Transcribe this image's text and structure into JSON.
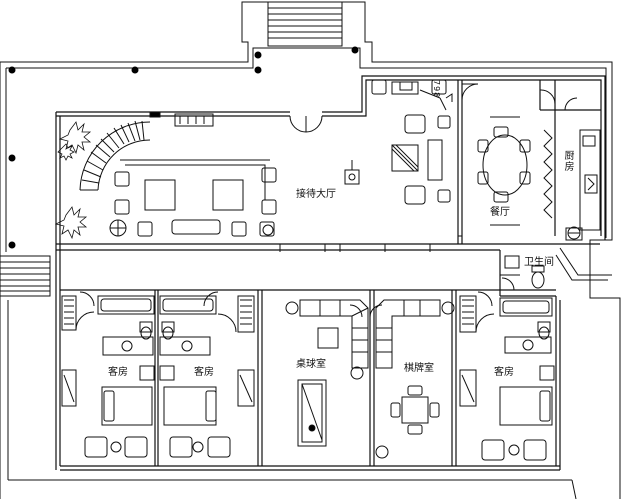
{
  "rooms": {
    "reception_hall": "接待大厅",
    "dining_room": "餐厅",
    "kitchen": "厨房",
    "bathroom": "卫生间",
    "guest_room_left_1": "客房",
    "guest_room_left_2": "客房",
    "billiards_room": "桌球室",
    "chess_room": "棋牌室",
    "guest_room_right": "客房"
  },
  "dimension_text": "798",
  "colors": {
    "line": "#111111",
    "background": "#ffffff"
  }
}
